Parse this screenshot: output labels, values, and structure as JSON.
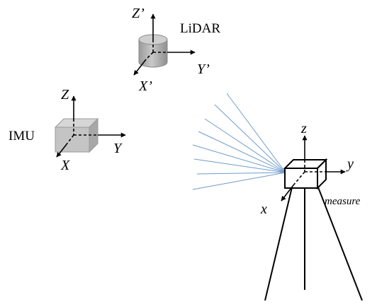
{
  "lidar": {
    "name": "LiDAR",
    "axis_z": "Z’",
    "axis_y": "Y’",
    "axis_x": "X’"
  },
  "imu": {
    "name": "IMU",
    "axis_z": "Z",
    "axis_y": "Y",
    "axis_x": "X"
  },
  "measure": {
    "name": "measure",
    "axis_z": "z",
    "axis_y": "y",
    "axis_x": "x"
  },
  "colors": {
    "lidar_body": "#b8b8b8",
    "imu_body": "#c4c4c4",
    "scan_beam": "#6f9ccc",
    "line": "#000000"
  }
}
